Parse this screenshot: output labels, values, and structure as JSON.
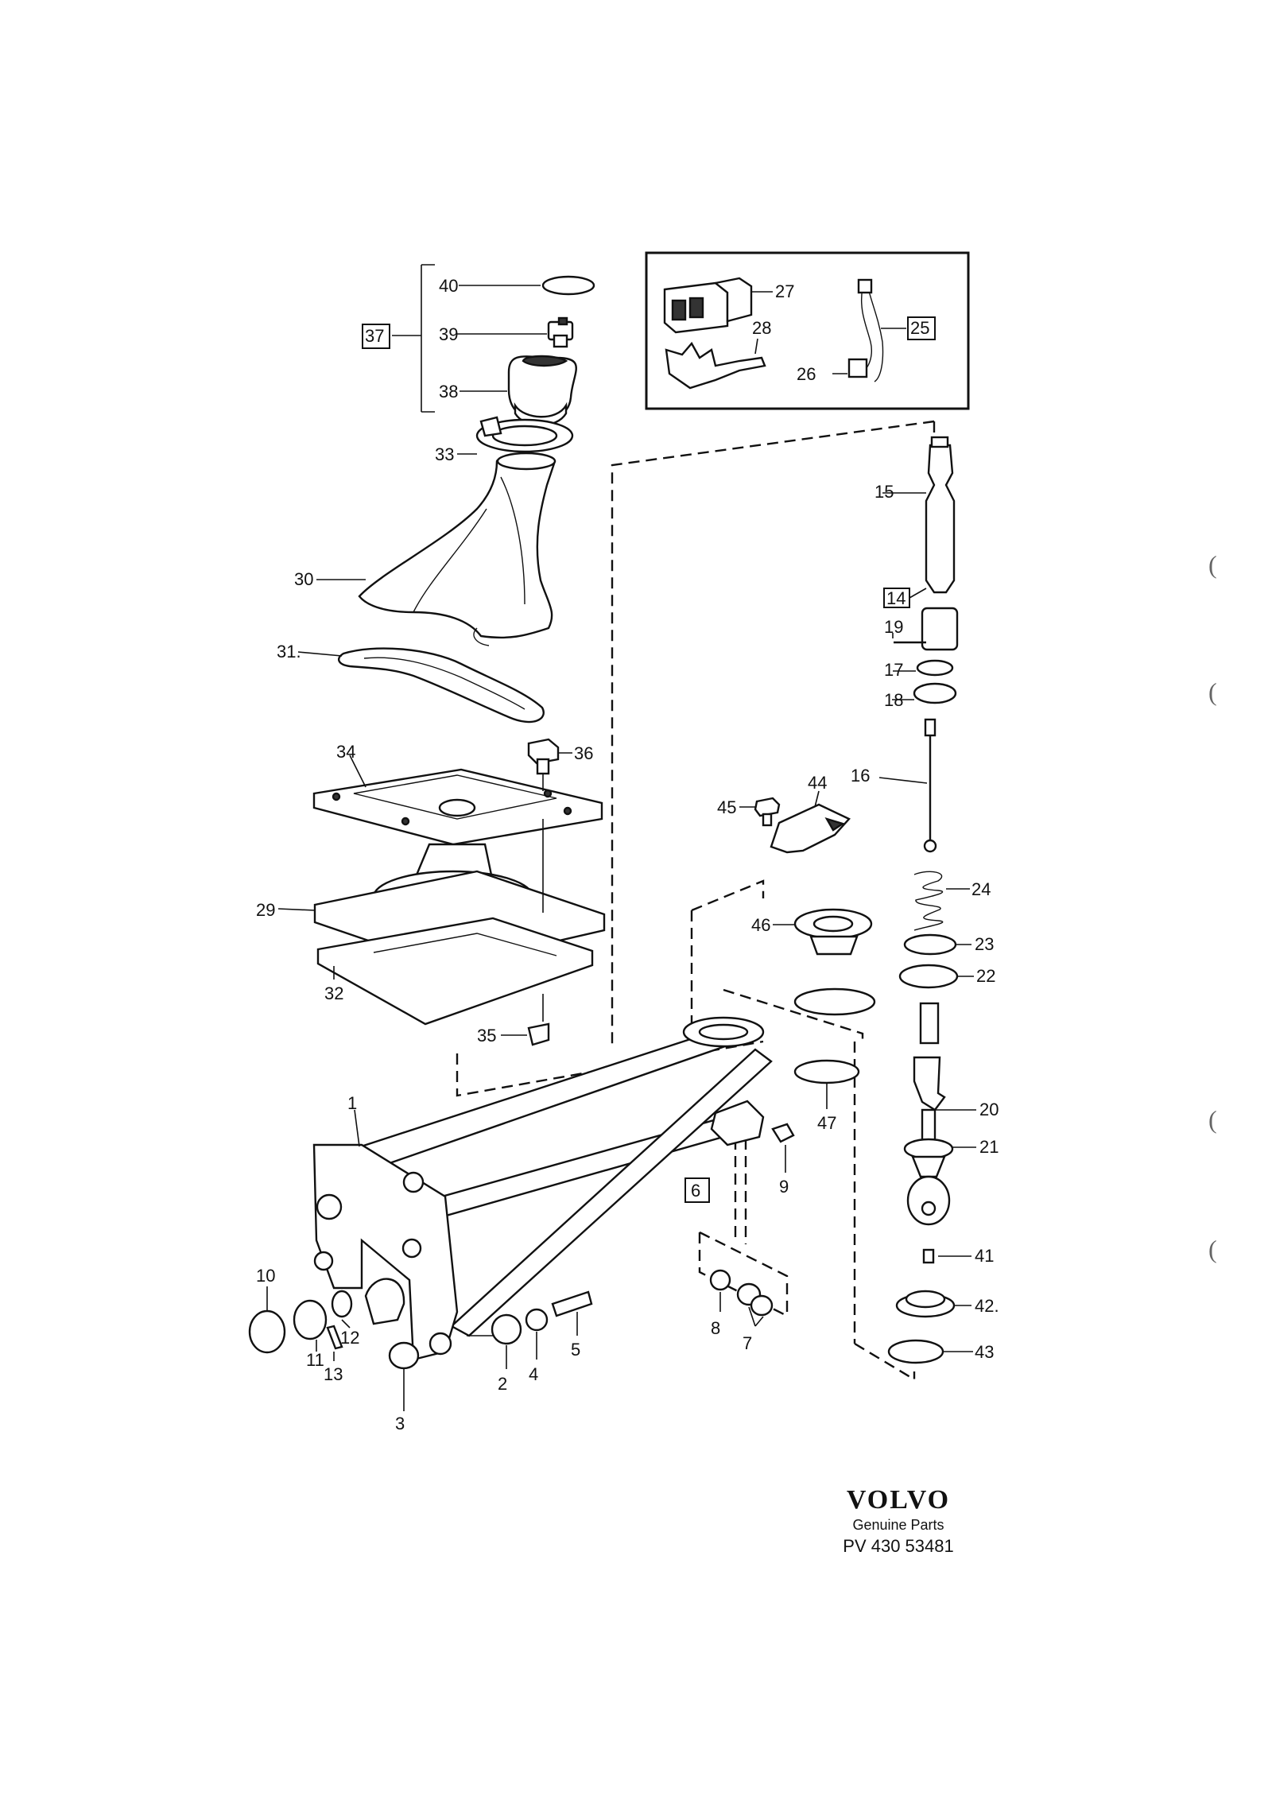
{
  "brand": {
    "logo_text": "VOLVO",
    "subtitle": "Genuine Parts",
    "part_number": "PV 430 53481"
  },
  "callouts": {
    "p1": "1",
    "p2": "2",
    "p3": "3",
    "p4": "4",
    "p5": "5",
    "p6": "6",
    "p7": "7",
    "p8": "8",
    "p9": "9",
    "p10": "10",
    "p11": "11",
    "p12": "12",
    "p13": "13",
    "p14": "14",
    "p15": "15",
    "p16": "16",
    "p17": "17",
    "p18": "18",
    "p19": "19",
    "p20": "20",
    "p21": "21",
    "p22": "22",
    "p23": "23",
    "p24": "24",
    "p25": "25",
    "p26": "26",
    "p27": "27",
    "p28": "28",
    "p29": "29",
    "p30": "30",
    "p31": "31.",
    "p32": "32",
    "p33": "33",
    "p34": "34",
    "p35": "35",
    "p36": "36",
    "p37": "37",
    "p38": "38",
    "p39": "39",
    "p40": "40",
    "p41": "41",
    "p42": "42.",
    "p43": "43",
    "p44": "44",
    "p45": "45",
    "p46": "46",
    "p47": "47"
  },
  "margin_marks": [
    "(",
    "(",
    "(",
    "("
  ]
}
